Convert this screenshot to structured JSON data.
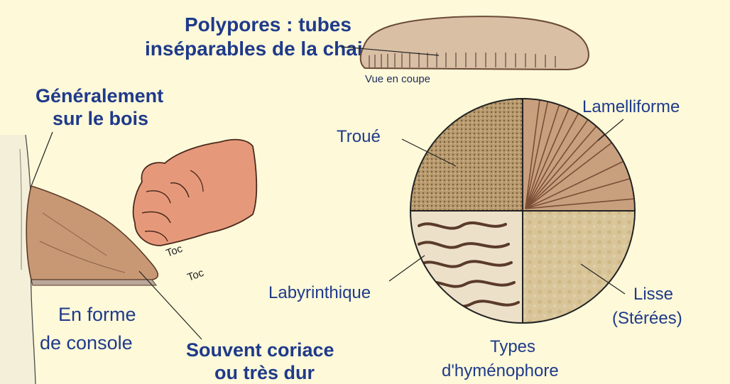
{
  "title_line1": "Polypores : tubes",
  "title_line2": "inséparables de la chair",
  "section_label": "Vue en coupe",
  "habitat_line1": "Généralement",
  "habitat_line2": "sur le bois",
  "shape_line1": "En forme",
  "shape_line2": "de console",
  "texture_line1": "Souvent coriace",
  "texture_line2": "ou très dur",
  "knock_1": "Toc",
  "knock_2": "Toc",
  "hymenophore": {
    "perforated": "Troué",
    "lamellate": "Lamelliforme",
    "labyrinthine": "Labyrinthique",
    "smooth_line1": "Lisse",
    "smooth_line2": "(Stérées)",
    "caption_line1": "Types",
    "caption_line2": "d'hyménophore"
  }
}
